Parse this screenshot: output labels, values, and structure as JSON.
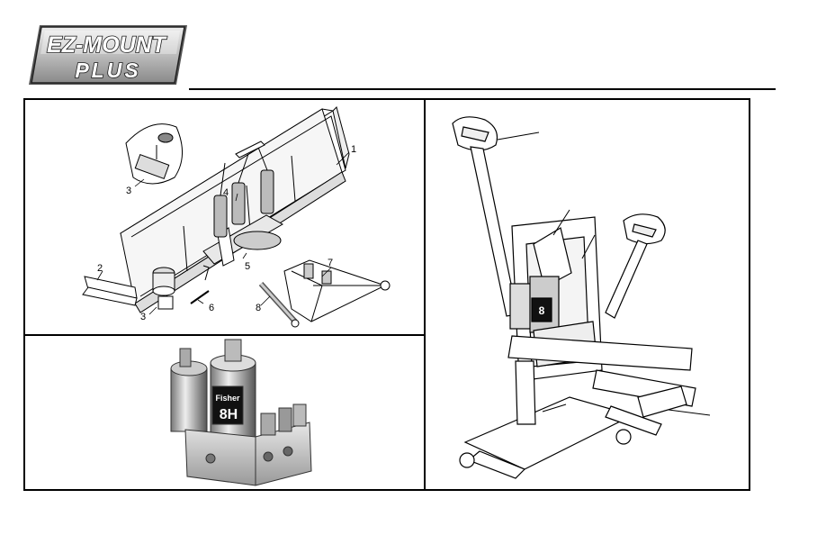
{
  "logo": {
    "line1": "EZ-MOUNT",
    "line2": "PLUS"
  },
  "plow_callouts": {
    "c1": "1",
    "c2": "2",
    "c3a": "3",
    "c3b": "3",
    "c4": "4",
    "c5": "5",
    "c6": "6",
    "c7": "7",
    "c8": "8"
  },
  "pump": {
    "label_top": "Fisher",
    "label_bottom": "8H"
  },
  "mount_pump": {
    "label": "8"
  }
}
